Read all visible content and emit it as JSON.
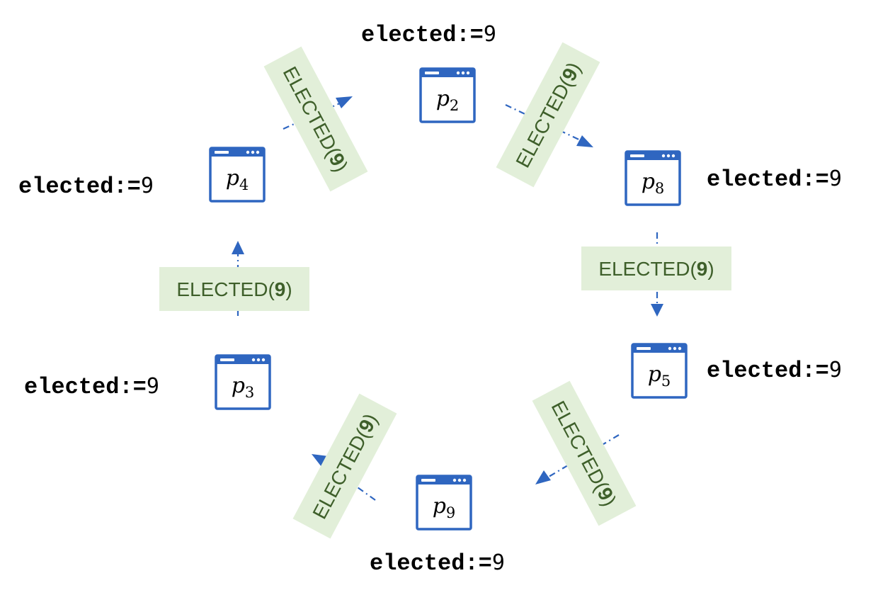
{
  "processes": [
    {
      "id": "p2",
      "letter": "p",
      "sub": "2",
      "var": "elected",
      "op": ":=",
      "value": "9"
    },
    {
      "id": "p8",
      "letter": "p",
      "sub": "8",
      "var": "elected",
      "op": ":=",
      "value": "9"
    },
    {
      "id": "p5",
      "letter": "p",
      "sub": "5",
      "var": "elected",
      "op": ":=",
      "value": "9"
    },
    {
      "id": "p9",
      "letter": "p",
      "sub": "9",
      "var": "elected",
      "op": ":=",
      "value": "9"
    },
    {
      "id": "p3",
      "letter": "p",
      "sub": "3",
      "var": "elected",
      "op": ":=",
      "value": "9"
    },
    {
      "id": "p4",
      "letter": "p",
      "sub": "4",
      "var": "elected",
      "op": ":=",
      "value": "9"
    }
  ],
  "messages": [
    {
      "from": "p4",
      "to": "p2",
      "prefix": "ELECTED(",
      "num": "9",
      "suffix": ")"
    },
    {
      "from": "p2",
      "to": "p8",
      "prefix": "ELECTED(",
      "num": "9",
      "suffix": ")"
    },
    {
      "from": "p8",
      "to": "p5",
      "prefix": "ELECTED(",
      "num": "9",
      "suffix": ")"
    },
    {
      "from": "p5",
      "to": "p9",
      "prefix": "ELECTED(",
      "num": "9",
      "suffix": ")"
    },
    {
      "from": "p9",
      "to": "p3",
      "prefix": "ELECTED(",
      "num": "9",
      "suffix": ")"
    },
    {
      "from": "p3",
      "to": "p4",
      "prefix": "ELECTED(",
      "num": "9",
      "suffix": ")"
    }
  ],
  "colors": {
    "window_blue": "#2f66c0",
    "message_fill": "#e2efd9",
    "message_text": "#3e5f2a",
    "arrow": "#2f66c0"
  }
}
